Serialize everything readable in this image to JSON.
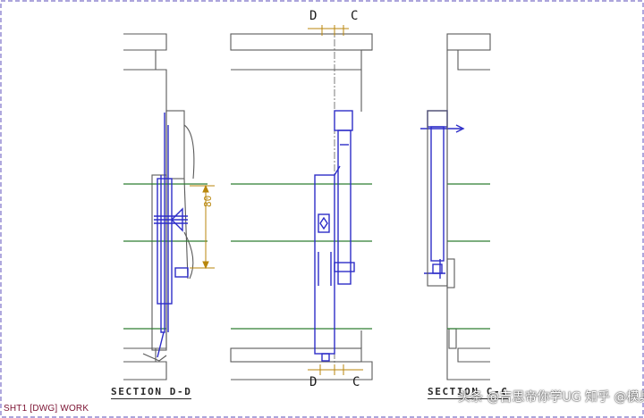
{
  "sheet": {
    "label": "SHT1 [DWG] WORK",
    "border_color": "#7a6fc8"
  },
  "dimensions": {
    "top_left": "D",
    "top_right": "C",
    "bottom_left": "D",
    "bottom_right": "C",
    "vertical": "80"
  },
  "views": {
    "left_caption": "SECTION D-D",
    "right_caption": "SECTION C-C"
  },
  "watermark": {
    "text": "头条 @吉思帝你学UG 知乎 @模具达人"
  },
  "colors": {
    "outline": "#5a5a5a",
    "parting_line": "#2e7d32",
    "part": "#2d2dc8",
    "dimension": "#b8860b",
    "sheet_border": "#7a6fc8"
  }
}
